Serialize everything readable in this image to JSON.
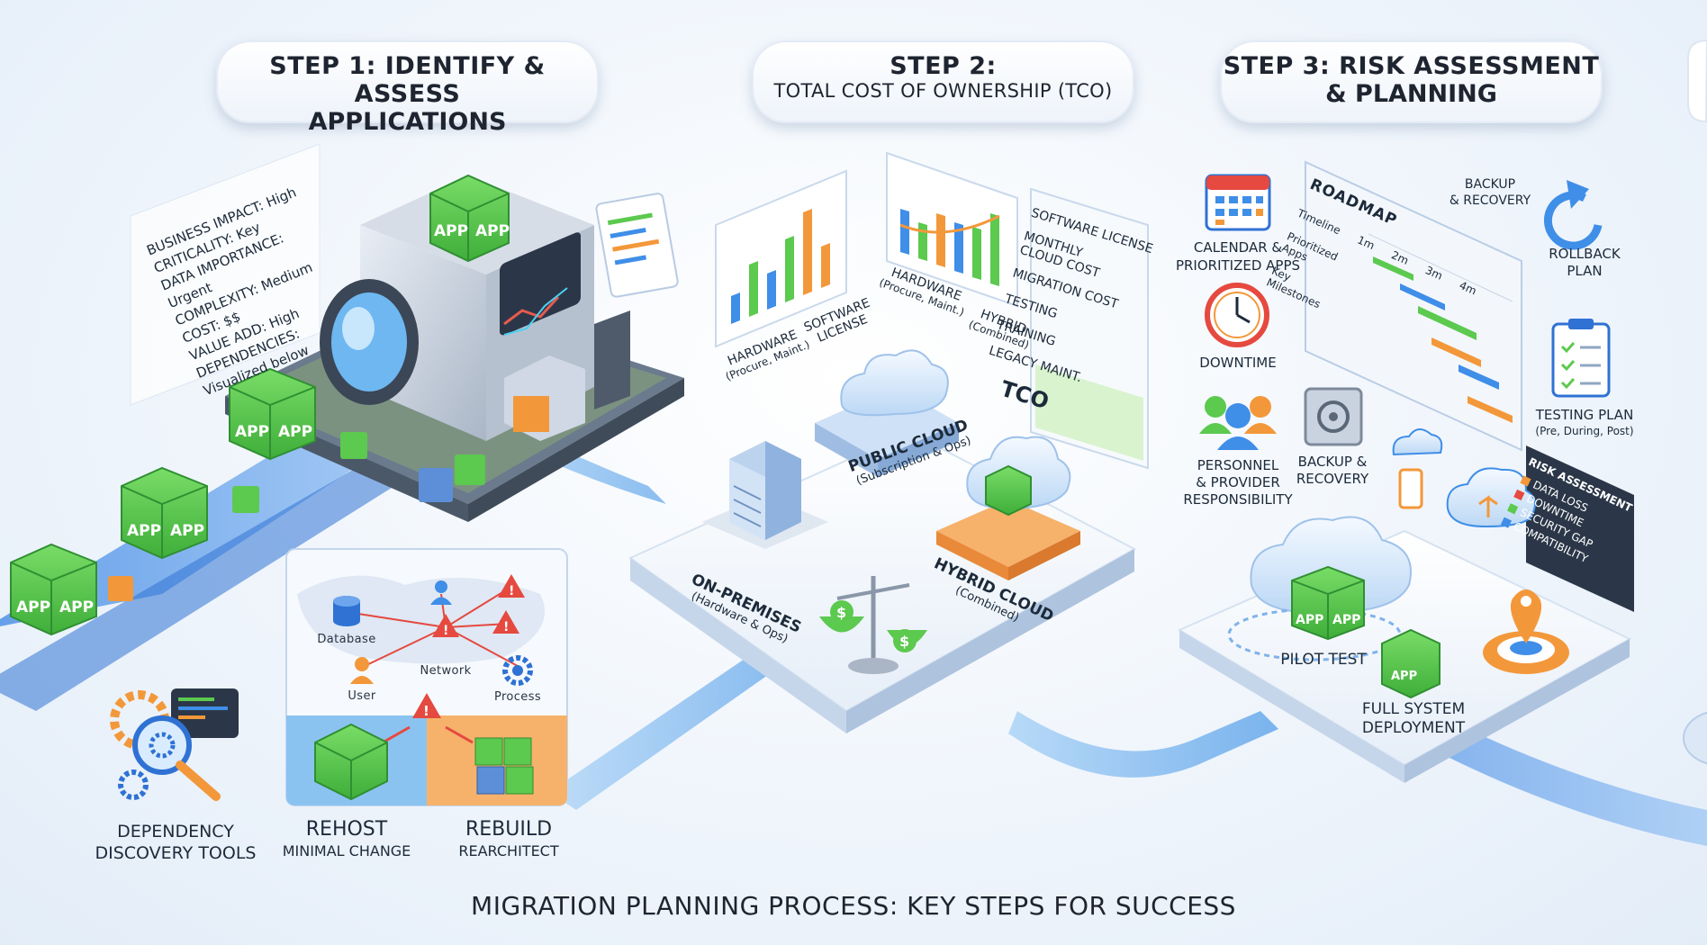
{
  "headers": {
    "step1": {
      "line1": "STEP 1: IDENTIFY & ASSESS",
      "line2": "APPLICATIONS"
    },
    "step2": {
      "line1": "STEP 2:",
      "line2": "TOTAL COST OF OWNERSHIP (TCO)"
    },
    "step3": {
      "line1": "STEP 3: RISK ASSESSMENT",
      "line2": "& PLANNING"
    }
  },
  "app_label": "APP",
  "assessment_card": {
    "rows": [
      {
        "label": "BUSINESS IMPACT:",
        "value": "High"
      },
      {
        "label": "CRITICALITY:",
        "value": "Key"
      },
      {
        "label": "DATA IMPORTANCE:",
        "value": "Urgent"
      },
      {
        "label": "COMPLEXITY:",
        "value": "Medium"
      },
      {
        "label": "COST:",
        "value": "$$"
      },
      {
        "label": "VALUE ADD:",
        "value": "High"
      },
      {
        "label": "DEPENDENCIES:",
        "value": ""
      }
    ],
    "note": "Visualized below"
  },
  "dependency_map": {
    "database": "Database",
    "network": "Network",
    "user": "User",
    "process": "Process"
  },
  "dependency_tools": {
    "line1": "DEPENDENCY",
    "line2": "DISCOVERY TOOLS"
  },
  "rehost": {
    "title": "REHOST",
    "subtitle": "MINIMAL CHANGE"
  },
  "rebuild": {
    "title": "REBUILD",
    "subtitle": "REARCHITECT"
  },
  "tco_chart1": {
    "label1a": "HARDWARE",
    "label1b": "(Procure, Maint.)",
    "label2a": "SOFTWARE",
    "label2b": "LICENSE"
  },
  "tco_chart2": {
    "label1a": "HARDWARE",
    "label1b": "(Procure, Maint.)",
    "label2a": "HYBRID",
    "label2b": "(Combined)"
  },
  "tco_list": {
    "items": [
      "SOFTWARE LICENSE",
      "MONTHLY CLOUD COST",
      "MIGRATION COST",
      "TESTING",
      "TRAINING",
      "LEGACY MAINT."
    ],
    "total": "TCO"
  },
  "on_premises": {
    "title": "ON-PREMISES",
    "subtitle": "(Hardware & Ops)"
  },
  "public_cloud": {
    "title": "PUBLIC CLOUD",
    "subtitle": "(Subscription & Ops)"
  },
  "hybrid_cloud": {
    "title": "HYBRID CLOUD",
    "subtitle": "(Combined)"
  },
  "scale_symbol": "$",
  "step3": {
    "calendar": {
      "line1": "CALENDAR &",
      "line2": "PRIORITIZED APPS"
    },
    "downtime": "DOWNTIME",
    "personnel": {
      "line1": "PERSONNEL",
      "line2": "& PROVIDER",
      "line3": "RESPONSIBILITY"
    },
    "backup_bottom": {
      "line1": "BACKUP &",
      "line2": "RECOVERY"
    },
    "backup_top": {
      "line1": "BACKUP",
      "line2": "& RECOVERY"
    },
    "rollback": {
      "line1": "ROLLBACK",
      "line2": "PLAN"
    },
    "testing_plan": {
      "line1": "TESTING PLAN",
      "line2": "(Pre, During, Post)"
    },
    "roadmap": {
      "title": "ROADMAP",
      "rows": [
        "Timeline",
        "Prioritized Apps",
        "Key Milestones"
      ],
      "months": [
        "1m",
        "2m",
        "3m",
        "4m"
      ]
    },
    "risk_panel": {
      "title": "RISK ASSESSMENT",
      "items": [
        "DATA LOSS",
        "DOWNTIME",
        "SECURITY GAP",
        "COMPATIBILITY"
      ]
    },
    "pilot_test": "PILOT TEST",
    "full_deploy": {
      "line1": "FULL SYSTEM",
      "line2": "DEPLOYMENT"
    }
  },
  "footer": "MIGRATION PLANNING PROCESS: KEY STEPS FOR SUCCESS",
  "colors": {
    "accent_blue": "#3f8ee8",
    "app_green": "#5cc94f",
    "orange": "#f3983a",
    "red": "#e5493f"
  }
}
